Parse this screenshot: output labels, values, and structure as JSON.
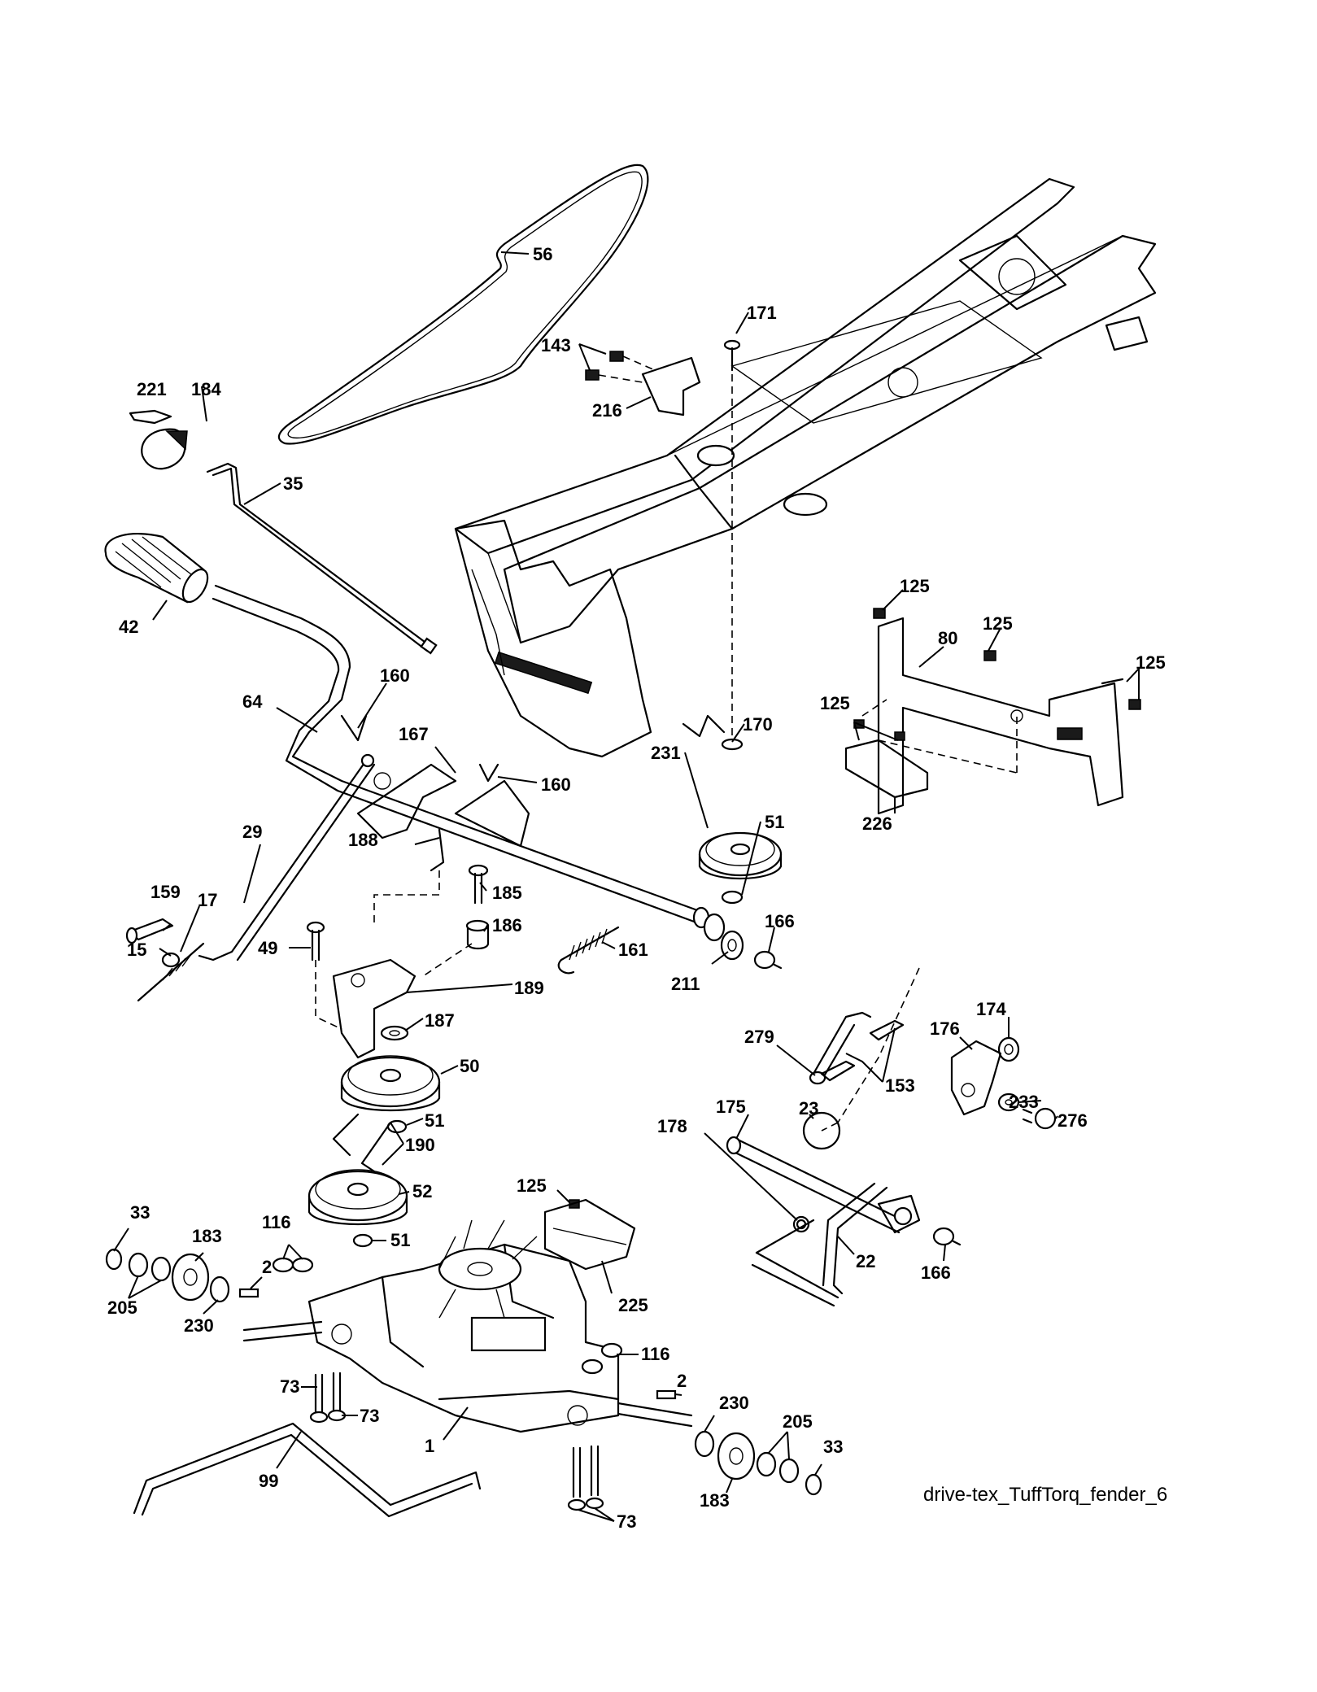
{
  "caption": "drive-tex_TuffTorq_fender_6",
  "callouts": [
    {
      "id": "c56",
      "text": "56"
    },
    {
      "id": "c171",
      "text": "171"
    },
    {
      "id": "c143",
      "text": "143"
    },
    {
      "id": "c216",
      "text": "216"
    },
    {
      "id": "c221",
      "text": "221"
    },
    {
      "id": "c184",
      "text": "184"
    },
    {
      "id": "c35",
      "text": "35"
    },
    {
      "id": "c42",
      "text": "42"
    },
    {
      "id": "c64",
      "text": "64"
    },
    {
      "id": "c160a",
      "text": "160"
    },
    {
      "id": "c167",
      "text": "167"
    },
    {
      "id": "c160b",
      "text": "160"
    },
    {
      "id": "c125a",
      "text": "125"
    },
    {
      "id": "c125b",
      "text": "125"
    },
    {
      "id": "c80",
      "text": "80"
    },
    {
      "id": "c125c",
      "text": "125"
    },
    {
      "id": "c125d",
      "text": "125"
    },
    {
      "id": "c170",
      "text": "170"
    },
    {
      "id": "c231",
      "text": "231"
    },
    {
      "id": "c51a",
      "text": "51"
    },
    {
      "id": "c226",
      "text": "226"
    },
    {
      "id": "c29",
      "text": "29"
    },
    {
      "id": "c188",
      "text": "188"
    },
    {
      "id": "c159",
      "text": "159"
    },
    {
      "id": "c17",
      "text": "17"
    },
    {
      "id": "c185",
      "text": "185"
    },
    {
      "id": "c186",
      "text": "186"
    },
    {
      "id": "c166a",
      "text": "166"
    },
    {
      "id": "c15",
      "text": "15"
    },
    {
      "id": "c49",
      "text": "49"
    },
    {
      "id": "c161",
      "text": "161"
    },
    {
      "id": "c211",
      "text": "211"
    },
    {
      "id": "c189",
      "text": "189"
    },
    {
      "id": "c187",
      "text": "187"
    },
    {
      "id": "c279",
      "text": "279"
    },
    {
      "id": "c176",
      "text": "176"
    },
    {
      "id": "c174",
      "text": "174"
    },
    {
      "id": "c50",
      "text": "50"
    },
    {
      "id": "c153",
      "text": "153"
    },
    {
      "id": "c51b",
      "text": "51"
    },
    {
      "id": "c175",
      "text": "175"
    },
    {
      "id": "c233",
      "text": "233"
    },
    {
      "id": "c23",
      "text": "23"
    },
    {
      "id": "c276",
      "text": "276"
    },
    {
      "id": "c178",
      "text": "178"
    },
    {
      "id": "c190",
      "text": "190"
    },
    {
      "id": "c52",
      "text": "52"
    },
    {
      "id": "c125e",
      "text": "125"
    },
    {
      "id": "c33a",
      "text": "33"
    },
    {
      "id": "c116a",
      "text": "116"
    },
    {
      "id": "c51c",
      "text": "51"
    },
    {
      "id": "c183a",
      "text": "183"
    },
    {
      "id": "c22",
      "text": "22"
    },
    {
      "id": "c166b",
      "text": "166"
    },
    {
      "id": "c2a",
      "text": "2"
    },
    {
      "id": "c205a",
      "text": "205"
    },
    {
      "id": "c230a",
      "text": "230"
    },
    {
      "id": "c225",
      "text": "225"
    },
    {
      "id": "c116b",
      "text": "116"
    },
    {
      "id": "c73a",
      "text": "73"
    },
    {
      "id": "c73b",
      "text": "73"
    },
    {
      "id": "c2b",
      "text": "2"
    },
    {
      "id": "c230b",
      "text": "230"
    },
    {
      "id": "c1",
      "text": "1"
    },
    {
      "id": "c205b",
      "text": "205"
    },
    {
      "id": "c33b",
      "text": "33"
    },
    {
      "id": "c99",
      "text": "99"
    },
    {
      "id": "c183b",
      "text": "183"
    },
    {
      "id": "c73c",
      "text": "73"
    }
  ]
}
